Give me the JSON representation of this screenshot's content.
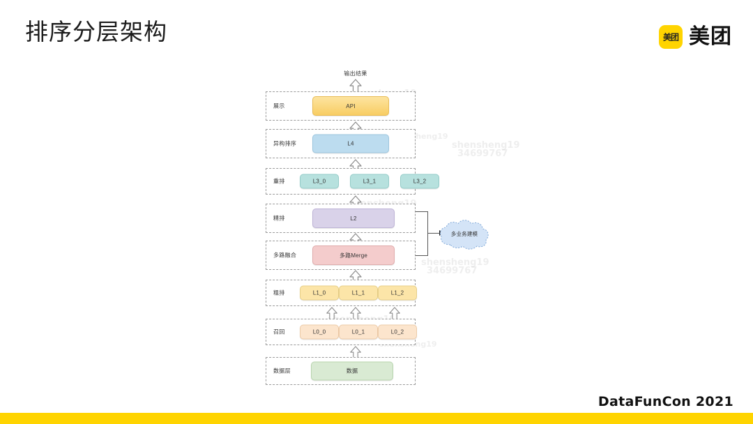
{
  "header": {
    "title": "排序分层架构",
    "logo_mark_text": "美团",
    "logo_text": "美团",
    "logo_color": "#ffd400"
  },
  "footer": {
    "text": "DataFunCon 2021",
    "bar_color": "#ffd400"
  },
  "diagram": {
    "output_label": "输出结果",
    "cloud_label": "多业务建模",
    "layers": [
      {
        "label": "展示",
        "nodes": [
          "API"
        ],
        "color": "#f8cd63"
      },
      {
        "label": "异构排序",
        "nodes": [
          "L4"
        ],
        "color": "#bcdcef"
      },
      {
        "label": "重排",
        "nodes": [
          "L3_0",
          "L3_1",
          "L3_2"
        ],
        "color": "#b7e1de"
      },
      {
        "label": "精排",
        "nodes": [
          "L2"
        ],
        "color": "#d9d2e9"
      },
      {
        "label": "多路融合",
        "nodes": [
          "多路Merge"
        ],
        "color": "#f4cccc"
      },
      {
        "label": "粗排",
        "nodes": [
          "L1_0",
          "L1_1",
          "L1_2"
        ],
        "color": "#fce5a8"
      },
      {
        "label": "召回",
        "nodes": [
          "L0_0",
          "L0_1",
          "L0_2"
        ],
        "color": "#fce5cd"
      },
      {
        "label": "数据层",
        "nodes": [
          "数据"
        ],
        "color": "#d9ead3"
      }
    ]
  },
  "watermarks": [
    "shensheng19",
    "34699767"
  ]
}
